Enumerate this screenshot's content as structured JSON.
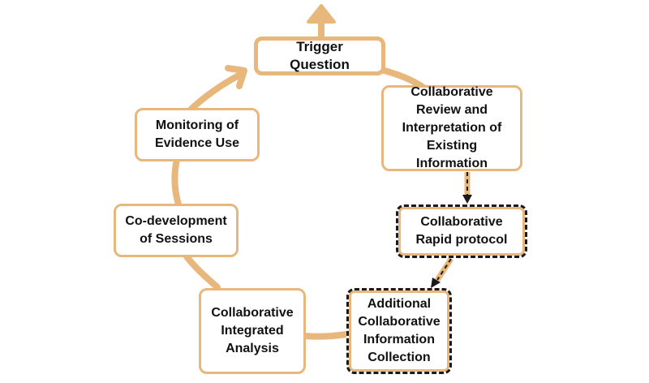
{
  "diagram": {
    "colors": {
      "ring": "#e8b77c",
      "dash": "#1a1a1a",
      "text": "#111111"
    },
    "nodes": {
      "trigger": "Trigger Question",
      "review": [
        "Collaborative",
        "Review and",
        "Interpretation of",
        "Existing Information"
      ],
      "rapid": [
        "Collaborative",
        "Rapid protocol"
      ],
      "additional": [
        "Additional",
        "Collaborative",
        "Information",
        "Collection"
      ],
      "integrated": [
        "Collaborative",
        "Integrated",
        "Analysis"
      ],
      "codev": [
        "Co-development",
        "of Sessions"
      ],
      "monitoring": [
        "Monitoring of",
        "Evidence Use"
      ]
    }
  }
}
